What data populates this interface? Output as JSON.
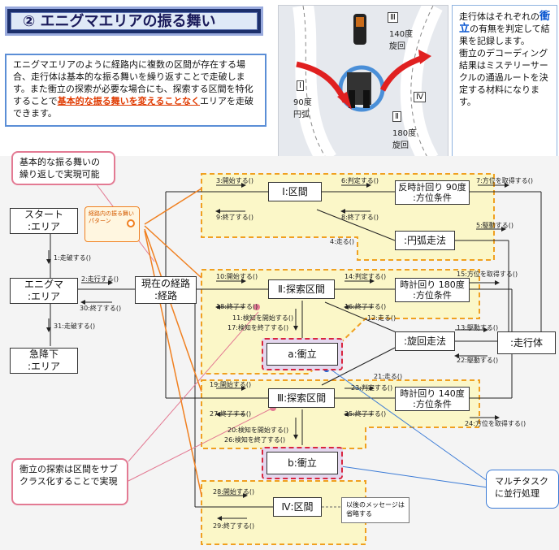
{
  "title": "② エニグマエリアの振る舞い",
  "intro": {
    "part1": "エニグマエリアのように経路内に複数の区間が存在する場合、走行体は基本的な振る舞いを繰り返すことで走破します。また衝立の探索が必要な場合にも、探索する区間を特化することで",
    "highlight": "基本的な振る舞いを変えることなく",
    "part2": "エリアを走破できます。"
  },
  "photo": {
    "label_1": "Ⅰ",
    "label_1_desc": "90度\n円弧",
    "label_2": "Ⅱ",
    "label_2_desc": "180度\n旋回",
    "label_3": "Ⅲ",
    "label_3_desc": "140度\n旋回",
    "label_4": "Ⅳ"
  },
  "notes": {
    "p1a": "走行体はそれぞれの",
    "p1b": "衝立",
    "p1c": "の有無を判定して結果を記録します。",
    "p2": "衝立のデコーディング結果はミステリーサークルの通過ルートを決定する材料になります。"
  },
  "callouts": {
    "basic": "基本的な振る舞いの繰り返しで実現可能",
    "subclass": "衝立の探索は区間をサブクラス化することで実現",
    "multitask": "マルチタスクに並行処理",
    "tag": "経路内の振る舞いパターン",
    "memo": "以後のメッセージは省略する"
  },
  "objects": {
    "start": "スタート\n:エリア",
    "enigma": "エニグマ\n:エリア",
    "fall": "急降下\n:エリア",
    "route": "現在の経路\n:経路",
    "sec1": "Ⅰ:区間",
    "sec2": "Ⅱ:探索区間",
    "sec3": "Ⅲ:探索区間",
    "sec4": "Ⅳ:区間",
    "cond90": "反時計回り 90度\n:方位条件",
    "cond180": "時計回り 180度\n:方位条件",
    "cond140": "時計回り 140度\n:方位条件",
    "arc": ":円弧走法",
    "turn": ":旋回走法",
    "vehicle": ":走行体",
    "wallA": "a:衝立",
    "wallB": "b:衝立"
  },
  "messages": {
    "m1": "1:走破する()",
    "m2": "2:走行する()",
    "m3": "3:開始する()",
    "m4": "4:走る()",
    "m5": "5:駆動する()",
    "m6": "6:判定する()",
    "m7": "7:方位を取得する()",
    "m8": "8:終了する()",
    "m9": "9:終了する()",
    "m10": "10:開始する()",
    "m11": "11:検知を開始する()",
    "m12": "12:走る()",
    "m13": "13:駆動する()",
    "m14": "14:判定する()",
    "m15": "15:方位を取得する()",
    "m16": "16:終了する()",
    "m17": "17:検知を終了する()",
    "m18": "18:終了する()",
    "m19": "19:開始する()",
    "m20": "20:検知を開始する()",
    "m21": "21:走る()",
    "m22": "22:駆動する()",
    "m23": "23:判定する()",
    "m24": "24:方位を取得する()",
    "m25": "25:終了する()",
    "m26": "26:検知を終了する()",
    "m27": "27:終了する()",
    "m28": "28:開始する()",
    "m29": "29:終了する()",
    "m30": "30:終了する()",
    "m31": "31:走破する()"
  },
  "colors": {
    "title_bg": "#1c2f6b",
    "highlight": "#e03a00",
    "group_fill": "#fbf7c8",
    "group_border": "#f0a020",
    "wall_border": "#d9253f"
  }
}
